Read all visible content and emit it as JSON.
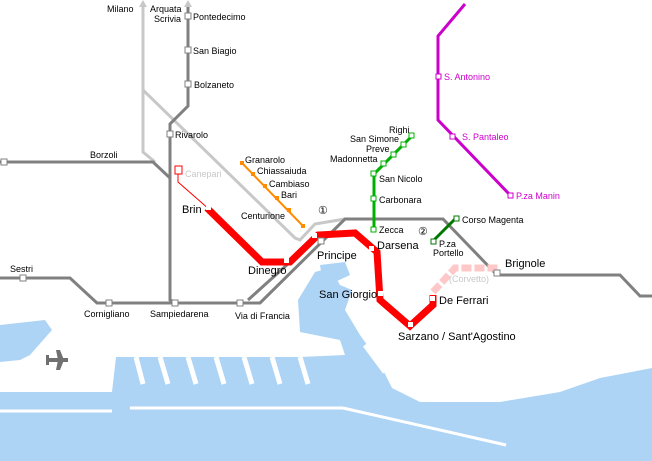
{
  "colors": {
    "water": "#add4f5",
    "rail_dark": "#808080",
    "rail_light": "#c8c8c8",
    "metro": "#ff0000",
    "metro_planned": "#ffc8c8",
    "orange": "#ff8c00",
    "green": "#00b000",
    "dark_green": "#007800",
    "magenta": "#cc00cc"
  },
  "rail": {
    "milano": "Milano",
    "arquata": "Arquata",
    "scrivia": "Scrivia",
    "pontedecimo": "Pontedecimo",
    "san_biagio": "San Biagio",
    "bolzaneto": "Bolzaneto",
    "rivarolo": "Rivarolo",
    "borzoli": "Borzoli",
    "sestri": "Sestri",
    "cornigliano": "Cornigliano",
    "sampierdarena": "Sampiedarena",
    "via_di_francia": "Via di Francia",
    "principe": "Principe",
    "brignole": "Brignole"
  },
  "metro": {
    "canepari": "Canepari",
    "brin": "Brin",
    "dinegro": "Dinegro",
    "darsena": "Darsena",
    "san_giorgio": "San Giorgio",
    "sarzano": "Sarzano / Sant'Agostino",
    "de_ferrari": "De Ferrari",
    "corvetto": "(Corvetto)"
  },
  "granarolo": {
    "granarolo": "Granarolo",
    "chiassaiuda": "Chiassaiuda",
    "cambiaso": "Cambiaso",
    "bari": "Bari",
    "centurione": "Centurione",
    "marker": "①"
  },
  "righi": {
    "righi": "Righi",
    "san_simone": "San Simone",
    "preve": "Preve",
    "madonnetta": "Madonnetta",
    "san_nicolo": "San Nicolo",
    "carbonara": "Carbonara",
    "zecca": "Zecca"
  },
  "portello": {
    "corso_magenta": "Corso Magenta",
    "pza": "P.za",
    "portello": "Portello",
    "marker": "②"
  },
  "casella": {
    "s_antonino": "S. Antonino",
    "s_pantaleo": "S. Pantaleo",
    "manin": "P.za Manin"
  },
  "icons": {
    "airport": "airplane-icon"
  }
}
